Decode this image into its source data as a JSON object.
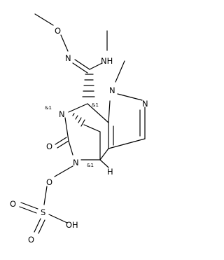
{
  "structure": {
    "atoms": {
      "o_methoxy": "O",
      "n_oxime": "N",
      "nh_amidine": "NH",
      "n_bridge": "N",
      "n_pyrazole_1": "N",
      "n_pyrazole_2": "N",
      "o_carbonyl": "O",
      "n_urea": "N",
      "o_ester": "O",
      "s_sulfur": "S",
      "o_sulfonyl_1": "O",
      "o_sulfonyl_2": "O",
      "oh_sulfonyl": "OH",
      "h_bridgehead": "H"
    },
    "stereo_labels": {
      "stereo_1": "&1",
      "stereo_2": "&1",
      "stereo_3": "&1"
    }
  }
}
